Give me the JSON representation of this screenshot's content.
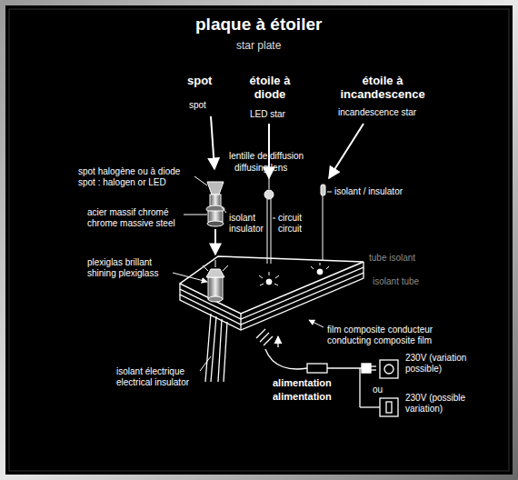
{
  "diagram": {
    "title": "plaque à étoiler",
    "labels": [
      "star plate",
      "spot",
      "spot",
      "étoile à diode",
      "LED star",
      "étoile à incandescence",
      "incandescence star",
      "lentille de diffusion",
      "diffusing lens",
      "spot halogène ou à diode",
      "spot : halogen or LED",
      "isolant / insulator",
      "acier massif chromé",
      "chrome massive steel",
      "isolant",
      "insulator",
      "circuit",
      "circuit",
      "plexiglas brillant",
      "shining plexiglass",
      "tube isolant",
      "isolant tube",
      "film composite conducteur",
      "conducting composite film",
      "isolant électrique",
      "electrical insulator",
      "alimentation",
      "alimentation",
      "230V (variation possible)",
      "ou",
      "230V (possible variation)"
    ]
  }
}
